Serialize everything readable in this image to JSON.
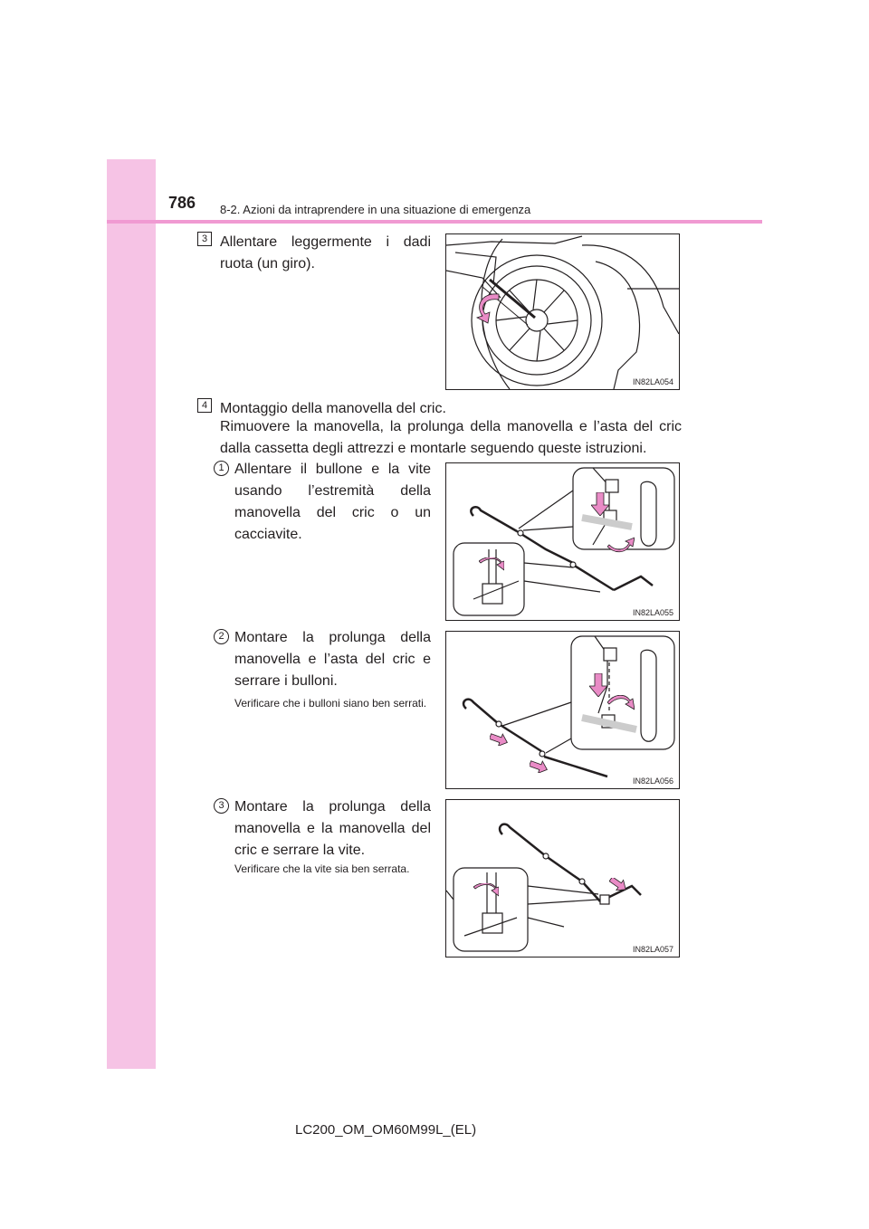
{
  "header": {
    "page_number": "786",
    "section_title": "8-2. Azioni da intraprendere in una situazione di emergenza"
  },
  "steps": [
    {
      "number": "3",
      "text": "Allentare leggermente i dadi ruota (un giro).",
      "figure_code": "IN82LA054"
    },
    {
      "number": "4",
      "title": "Montaggio della manovella del cric.",
      "text": "Rimuovere la manovella, la prolunga della manovella e l’asta del cric dalla cassetta degli attrezzi e montarle seguendo queste istruzioni.",
      "substeps": [
        {
          "number": "1",
          "text": "Allentare il bullone e la vite usando l’estremità della manovella del cric o un cacciavite.",
          "note": "",
          "figure_code": "IN82LA055"
        },
        {
          "number": "2",
          "text": "Montare la prolunga della manovella e l’asta del cric e serrare i bulloni.",
          "note": "Verificare che i bulloni siano ben serrati.",
          "figure_code": "IN82LA056"
        },
        {
          "number": "3",
          "text": "Montare la prolunga della manovella e la manovella del cric e serrare la vite.",
          "note": "Verificare che la vite sia ben serrata.",
          "figure_code": "IN82LA057"
        }
      ]
    }
  ],
  "footer": {
    "doc_code": "LC200_OM_OM60M99L_(EL)"
  },
  "colors": {
    "sidebar": "#f6c3e5",
    "rule": "#f09ad2",
    "arrow": "#e98bc6",
    "line": "#231f20"
  },
  "icons": [
    "rotate-arrow-icon",
    "push-arrow-icon"
  ]
}
